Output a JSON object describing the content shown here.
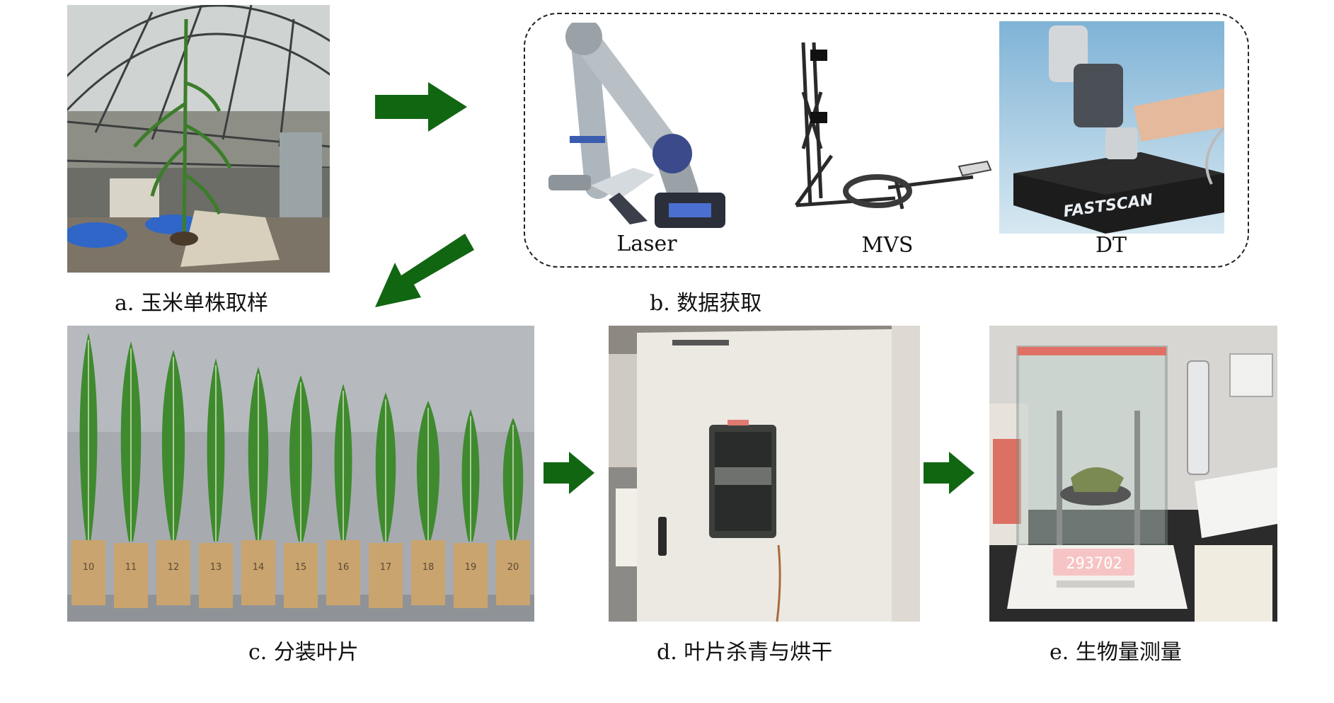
{
  "panels": {
    "a": {
      "caption": "a. 玉米单株取样"
    },
    "b": {
      "caption": "b. 数据获取",
      "devices": [
        {
          "label": "Laser"
        },
        {
          "label": "MVS"
        },
        {
          "label": "DT",
          "brand_text": "FASTSCAN"
        }
      ]
    },
    "c": {
      "caption": "c. 分装叶片",
      "bag_numbers": [
        "10",
        "11",
        "12",
        "13",
        "14",
        "15",
        "16",
        "17",
        "18",
        "19",
        "20"
      ]
    },
    "d": {
      "caption": "d. 叶片杀青与烘干"
    },
    "e": {
      "caption": "e. 生物量测量",
      "scale_display": "293702"
    }
  },
  "colors": {
    "arrow": "#116611",
    "dashed_border": "#222222",
    "leaf": "#3f8a2f",
    "bag": "#c9a46e"
  },
  "icons": [
    "arrow-right-icon",
    "arrow-down-left-icon"
  ]
}
